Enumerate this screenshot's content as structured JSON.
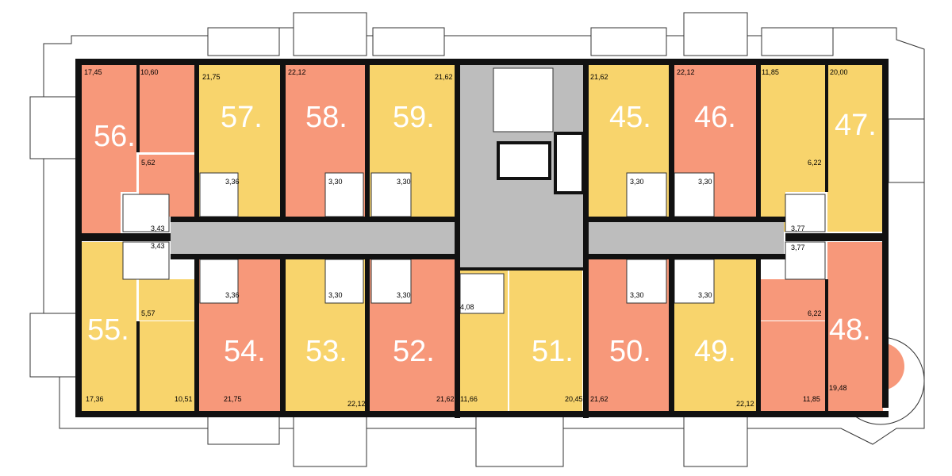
{
  "colors": {
    "salmon": "#f7987a",
    "yellow": "#f8d46c",
    "corridor": "#bdbdbd",
    "wall": "#111111",
    "balcony": "#ffffff",
    "number": "#ffffff"
  },
  "apartments": [
    {
      "id": "56",
      "label": "56.",
      "color": "salmon"
    },
    {
      "id": "57",
      "label": "57.",
      "color": "yellow"
    },
    {
      "id": "58",
      "label": "58.",
      "color": "salmon"
    },
    {
      "id": "59",
      "label": "59.",
      "color": "yellow"
    },
    {
      "id": "45",
      "label": "45.",
      "color": "yellow"
    },
    {
      "id": "46",
      "label": "46.",
      "color": "salmon"
    },
    {
      "id": "47",
      "label": "47.",
      "color": "yellow"
    },
    {
      "id": "55",
      "label": "55.",
      "color": "yellow"
    },
    {
      "id": "54",
      "label": "54.",
      "color": "salmon"
    },
    {
      "id": "53",
      "label": "53.",
      "color": "yellow"
    },
    {
      "id": "52",
      "label": "52.",
      "color": "salmon"
    },
    {
      "id": "51",
      "label": "51.",
      "color": "yellow"
    },
    {
      "id": "50",
      "label": "50.",
      "color": "salmon"
    },
    {
      "id": "49",
      "label": "49.",
      "color": "yellow"
    },
    {
      "id": "48",
      "label": "48.",
      "color": "salmon"
    }
  ],
  "areas": {
    "a1": "17,45",
    "a2": "10,60",
    "a3": "21,75",
    "a4": "22,12",
    "a5": "21,62",
    "a6": "21,62",
    "a7": "22,12",
    "a8": "11,85",
    "a9": "20,00",
    "a10": "5,62",
    "a11": "3,36",
    "a12": "3,30",
    "a13": "3,30",
    "a14": "3,30",
    "a15": "3,30",
    "a16": "6,22",
    "a17": "3,43",
    "a18": "3,43",
    "a19": "3,77",
    "a20": "3,77",
    "a21": "3,36",
    "a22": "3,30",
    "a23": "3,30",
    "a24": "3,30",
    "a25": "3,30",
    "a26": "4,08",
    "a27": "5,57",
    "a28": "6,22",
    "a29": "17,36",
    "a30": "10,51",
    "a31": "21,75",
    "a32": "22,12",
    "a33": "21,62",
    "a34": "11,66",
    "a35": "20,45",
    "a36": "21,62",
    "a37": "22,12",
    "a38": "11,85",
    "a39": "19,48"
  }
}
